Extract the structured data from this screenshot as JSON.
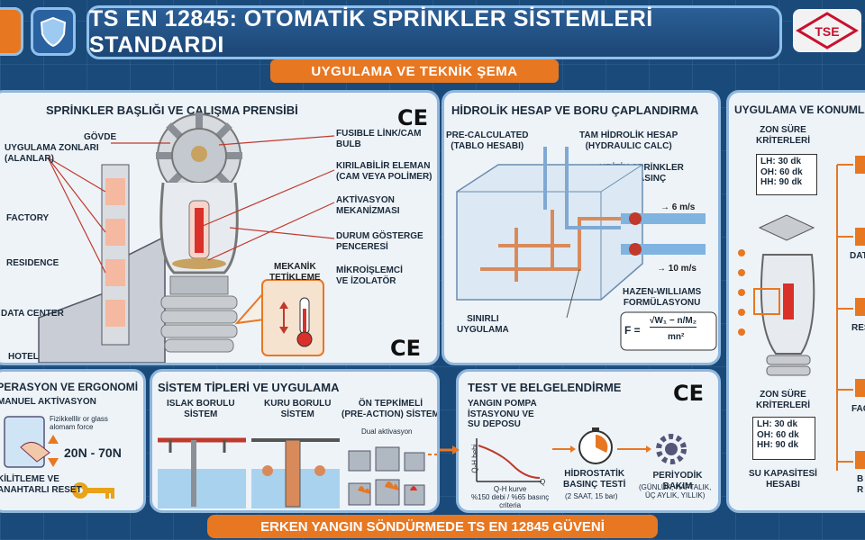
{
  "header": {
    "title": "TS EN 12845: OTOMATİK SPRİNKLER SİSTEMLERİ STANDARDI",
    "subtitle": "UYGULAMA VE TEKNİK ŞEMA",
    "footer": "ERKEN YANGIN SÖNDÜRMEDE TS EN 12845 GÜVENİ",
    "tse_logo": "TSE"
  },
  "ce_mark": "CE",
  "sprinkler_panel": {
    "title": "SPRİNKLER BAŞLIĞI VE ÇALIŞMA PRENSİBİ",
    "zone_label": "UYGULAMA ZONLARI\n(ALANLAR)",
    "zones": [
      "FACTORY",
      "RESIDENCE",
      "DATA CENTER",
      "HOTEL"
    ],
    "parts": {
      "body": "GÖVDE",
      "fusible": "FUSIBLE LİNK/CAM\nBULB",
      "frangible": "KIRILABİLİR ELEMAN\n(CAM VEYA POLİMER)",
      "activation": "AKTİVASYON\nMEKANİZMASI",
      "indicator": "DURUM GÖSTERGE\nPENCERESİ",
      "micro": "MİKROİŞLEMCİ\nVE İZOLATÖR",
      "trigger": "MEKANİK\nTETİKLEME"
    }
  },
  "ergonomic_panel": {
    "title": "OPERASYON VE ERGONOMİ",
    "manual": "MANUEL AKTİVASYON",
    "force_note": "Fizikkelllir or glass\nalomam force",
    "force": "20N - 70N",
    "reset": "KİLİTLEME VE\nANAHTARLI RESET"
  },
  "types_panel": {
    "title": "SİSTEM TİPLERİ VE UYGULAMA",
    "wet": "ISLAK BORULU\nSİSTEM",
    "dry": "KURU BORULU\nSİSTEM",
    "preaction": "ÖN TEPKİMELİ\n(PRE-ACTION) SİSTEM",
    "dual": "Dual aktivasyon"
  },
  "hydraulic_panel": {
    "title": "HİDROLİK HESAP VE BORU ÇAPLANDIRMA",
    "precalc": "PRE-CALCULATED\n(TABLO HESABI)",
    "fullcalc": "TAM HİDROLİK HESAP\n(HYDRAULIC CALC)",
    "critical": "KRİTİK SPRİNKLER\nVE BASINÇ",
    "v1": "→ 6 m/s",
    "v2": "→ 10 m/s",
    "limited": "SINIRLI\nUYGULAMA",
    "hazen": "HAZEN-WILLIAMS\nFORMÜLASYONU",
    "formula_lhs": "F =",
    "formula_num": "√W₁ − n/M₂",
    "formula_den": "mn²"
  },
  "test_panel": {
    "title": "TEST VE BELGELENDİRME",
    "pump": "YANGIN POMPA\nİSTASYONU VE\nSU DEPOSU",
    "axis_y": "Q-H bebi",
    "axis_x": "Q",
    "curve": "Q-H kurve\n%150 debi / %65 basınç\ncriteria",
    "hydro": "HİDROSTATİK\nBASINÇ TESTİ",
    "hydro_sub": "(2 SAAT, 15 bar)",
    "periodic": "PERİYODİK BAKIM",
    "periodic_sub": "(GÜNLÜK, HAFTALIK,\nÜÇ AYLIK, YILLIK)"
  },
  "app_panel": {
    "title": "UYGULAMA VE KONUMLANDIRMA",
    "zone_title": "ZON SÜRE\nKRİTERLERİ",
    "zone_lines": [
      "LH: 30 dk",
      "OH: 60 dk",
      "HH: 90 dk"
    ],
    "zone_title2": "ZON SÜRE\nKRİTERLERİ",
    "zone_lines2": [
      "LH: 30 dk",
      "OH: 60 dk",
      "HH: 90 dk"
    ],
    "water": "SU KAPASİTESİ\nHESABI",
    "right_labels": [
      "DATA",
      "RES",
      "FAC",
      "B\nR"
    ]
  }
}
